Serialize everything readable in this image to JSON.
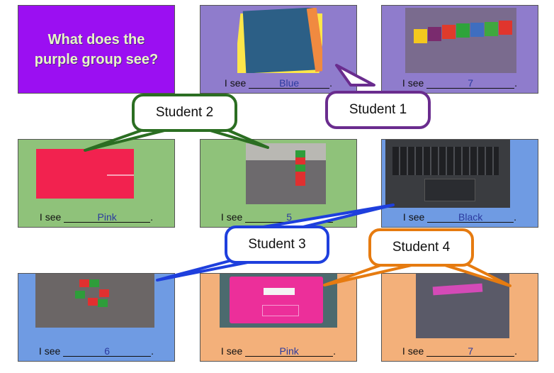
{
  "title": "What does the purple group see?",
  "sentence_prefix": "I see",
  "cards": [
    {
      "answer": "Blue",
      "photo": "blue paper sheet"
    },
    {
      "answer": "7",
      "photo": "row of colored cubes"
    },
    {
      "answer": "Pink",
      "photo": "pink paper"
    },
    {
      "answer": "5",
      "photo": "stacked cubes on carpet"
    },
    {
      "answer": "Black",
      "photo": "laptop keyboard"
    },
    {
      "answer": "6",
      "photo": "cubes on carpet"
    },
    {
      "answer": "Pink",
      "photo": "pink bin"
    },
    {
      "answer": "7",
      "photo": "pink cube train on carpet"
    }
  ],
  "callouts": [
    {
      "label": "Student 1",
      "color": "#6a2c8e"
    },
    {
      "label": "Student 2",
      "color": "#2b6e22"
    },
    {
      "label": "Student 3",
      "color": "#1e3fdd"
    },
    {
      "label": "Student 4",
      "color": "#e67b10"
    }
  ],
  "colors": {
    "purple_card": "#9b0ff2",
    "lavender_card": "#8f7ccc",
    "green_card": "#8fc27a",
    "blue_card": "#6f9be3",
    "orange_card": "#f3b07a"
  }
}
